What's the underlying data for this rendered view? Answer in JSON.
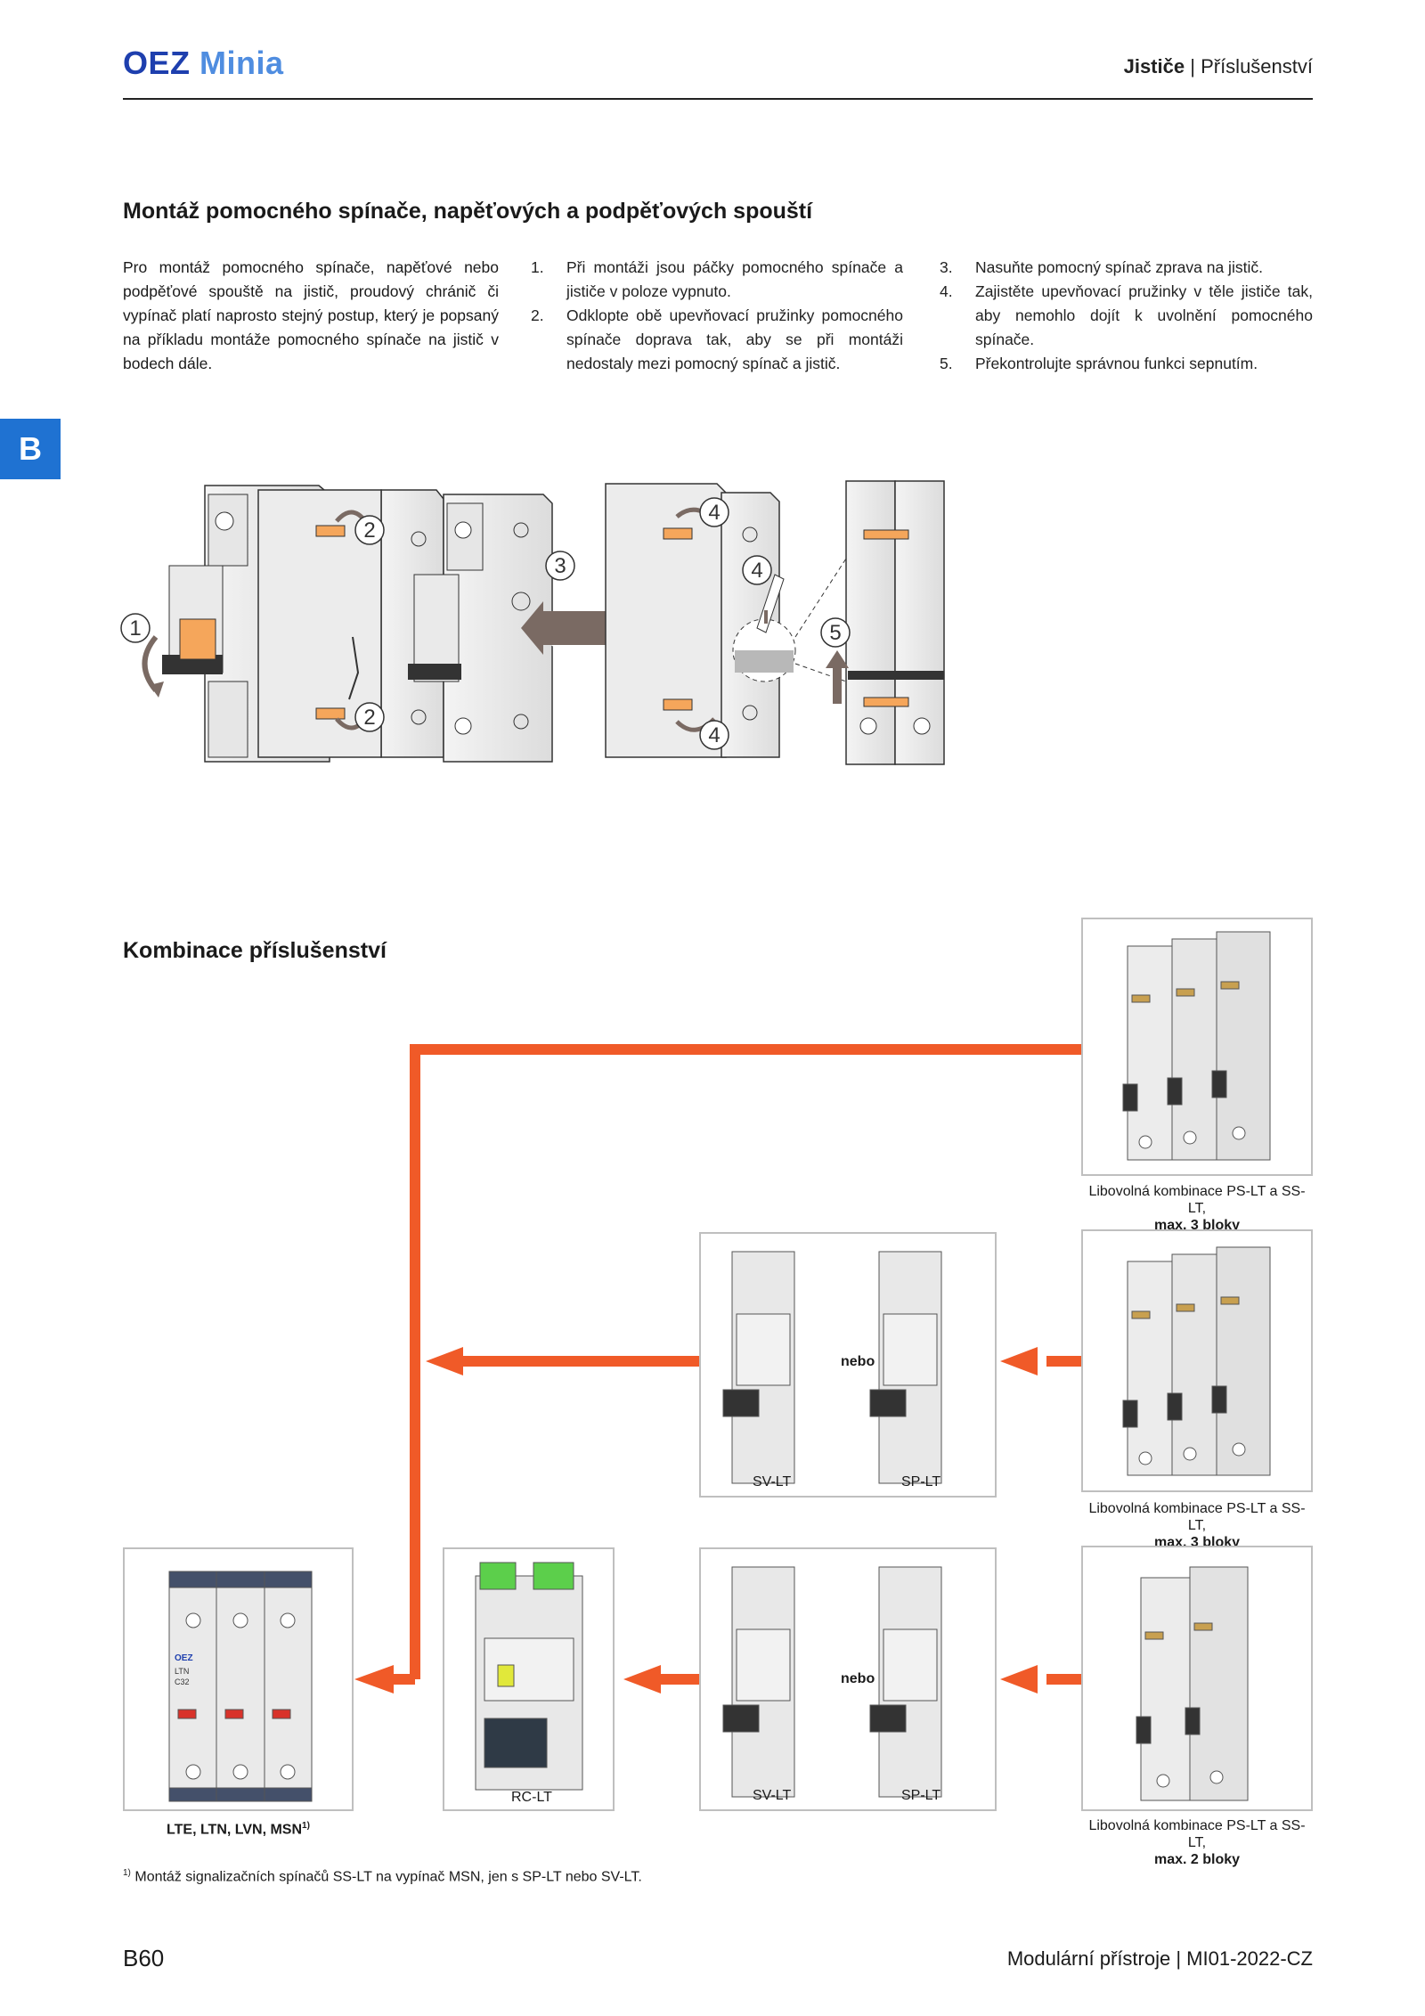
{
  "header": {
    "brand_oez": "OEZ",
    "brand_minia": "Minia",
    "section": "Jističe",
    "separator": "|",
    "subsection": "Příslušenství"
  },
  "side_tab": "B",
  "montaz": {
    "title": "Montáž pomocného spínače, napěťových a podpěťových spouští",
    "intro": "Pro montáž pomocného spínače, napěťové nebo podpěťové spouště na jistič, proudový chránič či vypínač platí naprosto stejný postup, který je popsaný na příkladu montáže pomocného spínače na jistič v bodech dále.",
    "steps": [
      {
        "num": "1.",
        "text": "Při montáži jsou páčky pomocného spínače a jističe v poloze vypnuto."
      },
      {
        "num": "2.",
        "text": "Odklopte obě upevňovací pružinky pomocného spínače doprava tak, aby se při montáži nedostaly mezi pomocný spínač a jistič."
      },
      {
        "num": "3.",
        "text": "Nasuňte pomocný spínač zprava na jistič."
      },
      {
        "num": "4.",
        "text": "Zajistěte upevňovací pružinky v těle jističe tak, aby nemohlo dojít k uvolnění pomocného spínače."
      },
      {
        "num": "5.",
        "text": "Překontrolujte správnou funkci sepnutím."
      }
    ],
    "markers": [
      "1",
      "2",
      "2",
      "3",
      "4",
      "4",
      "4",
      "5"
    ]
  },
  "kombinace": {
    "title": "Kombinace příslušenství",
    "caption_combo_1_a": "Libovolná kombinace PS-LT a SS-LT,",
    "caption_combo_1_b": "max. 3 bloky",
    "caption_combo_2_a": "Libovolná kombinace PS-LT a SS-LT,",
    "caption_combo_2_b": "max. 3 bloky",
    "caption_combo_3_a": "Libovolná kombinace PS-LT a SS-LT,",
    "caption_combo_3_b": "max. 2 bloky",
    "sv_lt": "SV-LT",
    "sp_lt": "SP-LT",
    "nebo": "nebo",
    "rc_lt": "RC-LT",
    "breakers": "LTE, LTN, LVN, MSN",
    "breakers_sup": "1)",
    "device_label_oez": "OEZ",
    "device_label_ltn": "LTN",
    "device_label_c32": "C32"
  },
  "footnote": {
    "sup": "1)",
    "text": "Montáž signalizačních spínačů SS-LT na vypínač MSN, jen s SP-LT nebo SV-LT."
  },
  "footer": {
    "page": "B60",
    "doc": "Modulární přístroje | MI01-2022-CZ"
  },
  "colors": {
    "brand_dark": "#1e3fae",
    "brand_light": "#4f8de0",
    "tab": "#1f72d2",
    "arrow": "#f05a28",
    "device": "#e6e6e6"
  }
}
